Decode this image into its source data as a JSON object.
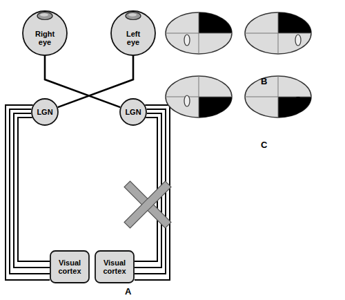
{
  "diagram": {
    "nodes": [
      {
        "text": [
          "Right eye"
        ]
      },
      {
        "text": [
          "Left eye"
        ]
      },
      {
        "text": [
          "LGN"
        ]
      },
      {
        "text": [
          "LGN"
        ]
      },
      {
        "text": [
          "Visual cortex"
        ]
      },
      {
        "text": [
          "Visual cortex"
        ]
      }
    ],
    "edges": [
      {
        "from": 0,
        "to": 3,
        "arrow": "none"
      },
      {
        "from": 1,
        "to": 2,
        "arrow": "none"
      },
      {
        "from": 2,
        "to": 4,
        "arrow": "none"
      },
      {
        "from": 2,
        "to": 4,
        "arrow": "none"
      },
      {
        "from": 2,
        "to": 4,
        "arrow": "none"
      },
      {
        "from": 2,
        "to": 4,
        "arrow": "none"
      },
      {
        "from": 3,
        "to": 5,
        "arrow": "none"
      },
      {
        "from": 3,
        "to": 5,
        "arrow": "none"
      },
      {
        "from": 3,
        "to": 5,
        "arrow": "none"
      },
      {
        "from": 3,
        "to": 5,
        "arrow": "none"
      }
    ],
    "labels": [
      "A",
      "B",
      "C"
    ]
  }
}
